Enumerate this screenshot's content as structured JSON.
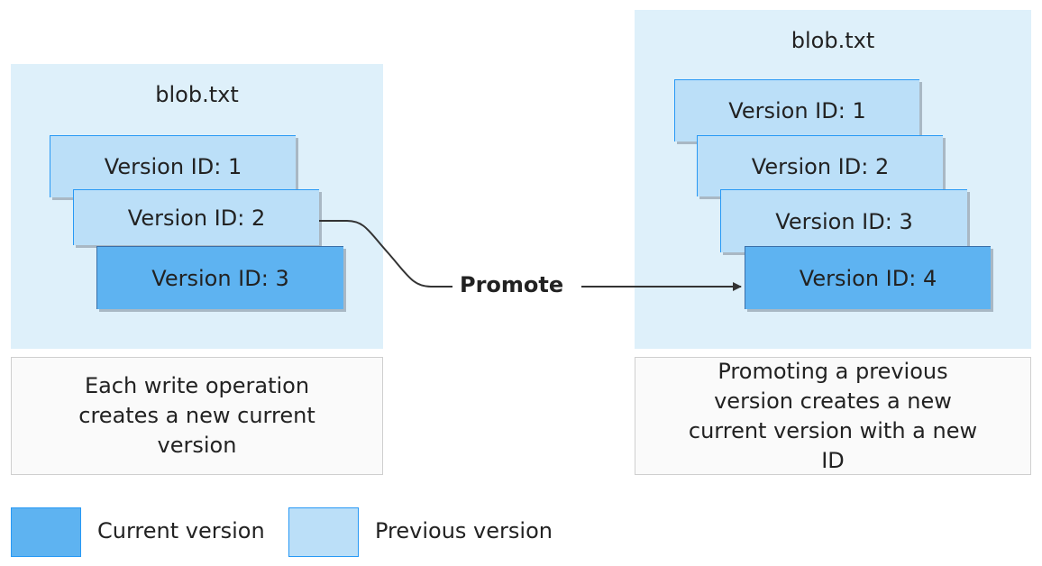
{
  "left": {
    "title": "blob.txt",
    "versions": [
      {
        "label": "Version ID: 1",
        "state": "previous"
      },
      {
        "label": "Version ID: 2",
        "state": "previous"
      },
      {
        "label": "Version ID: 3",
        "state": "current"
      }
    ],
    "caption": "Each write operation creates a new current version"
  },
  "right": {
    "title": "blob.txt",
    "versions": [
      {
        "label": "Version ID: 1",
        "state": "previous"
      },
      {
        "label": "Version ID: 2",
        "state": "previous"
      },
      {
        "label": "Version ID: 3",
        "state": "previous"
      },
      {
        "label": "Version ID: 4",
        "state": "current"
      }
    ],
    "caption": "Promoting a previous version creates a new current version with a new ID"
  },
  "connector": {
    "label": "Promote"
  },
  "legend": {
    "current": {
      "label": "Current version",
      "color": "#5eb3f1"
    },
    "previous": {
      "label": "Previous version",
      "color": "#bbdff8"
    }
  },
  "colors": {
    "panel": "#def0fa",
    "caption_bg": "#fafafa",
    "card_border": "#2899f5"
  }
}
